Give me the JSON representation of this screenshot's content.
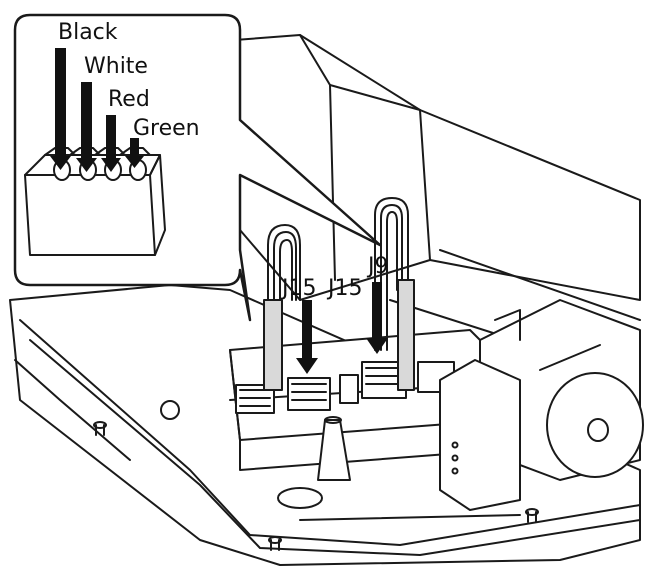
{
  "wire_labels": {
    "black": "Black",
    "white": "White",
    "red": "Red",
    "green": "Green"
  },
  "connector_labels": {
    "j15_left": "J15",
    "j15_right": "J15",
    "j9": "J9"
  },
  "colors": {
    "line": "#1a1a1a",
    "panel_fill": "#ffffff",
    "shade": "#d9d9d9",
    "arrow": "#111111"
  }
}
